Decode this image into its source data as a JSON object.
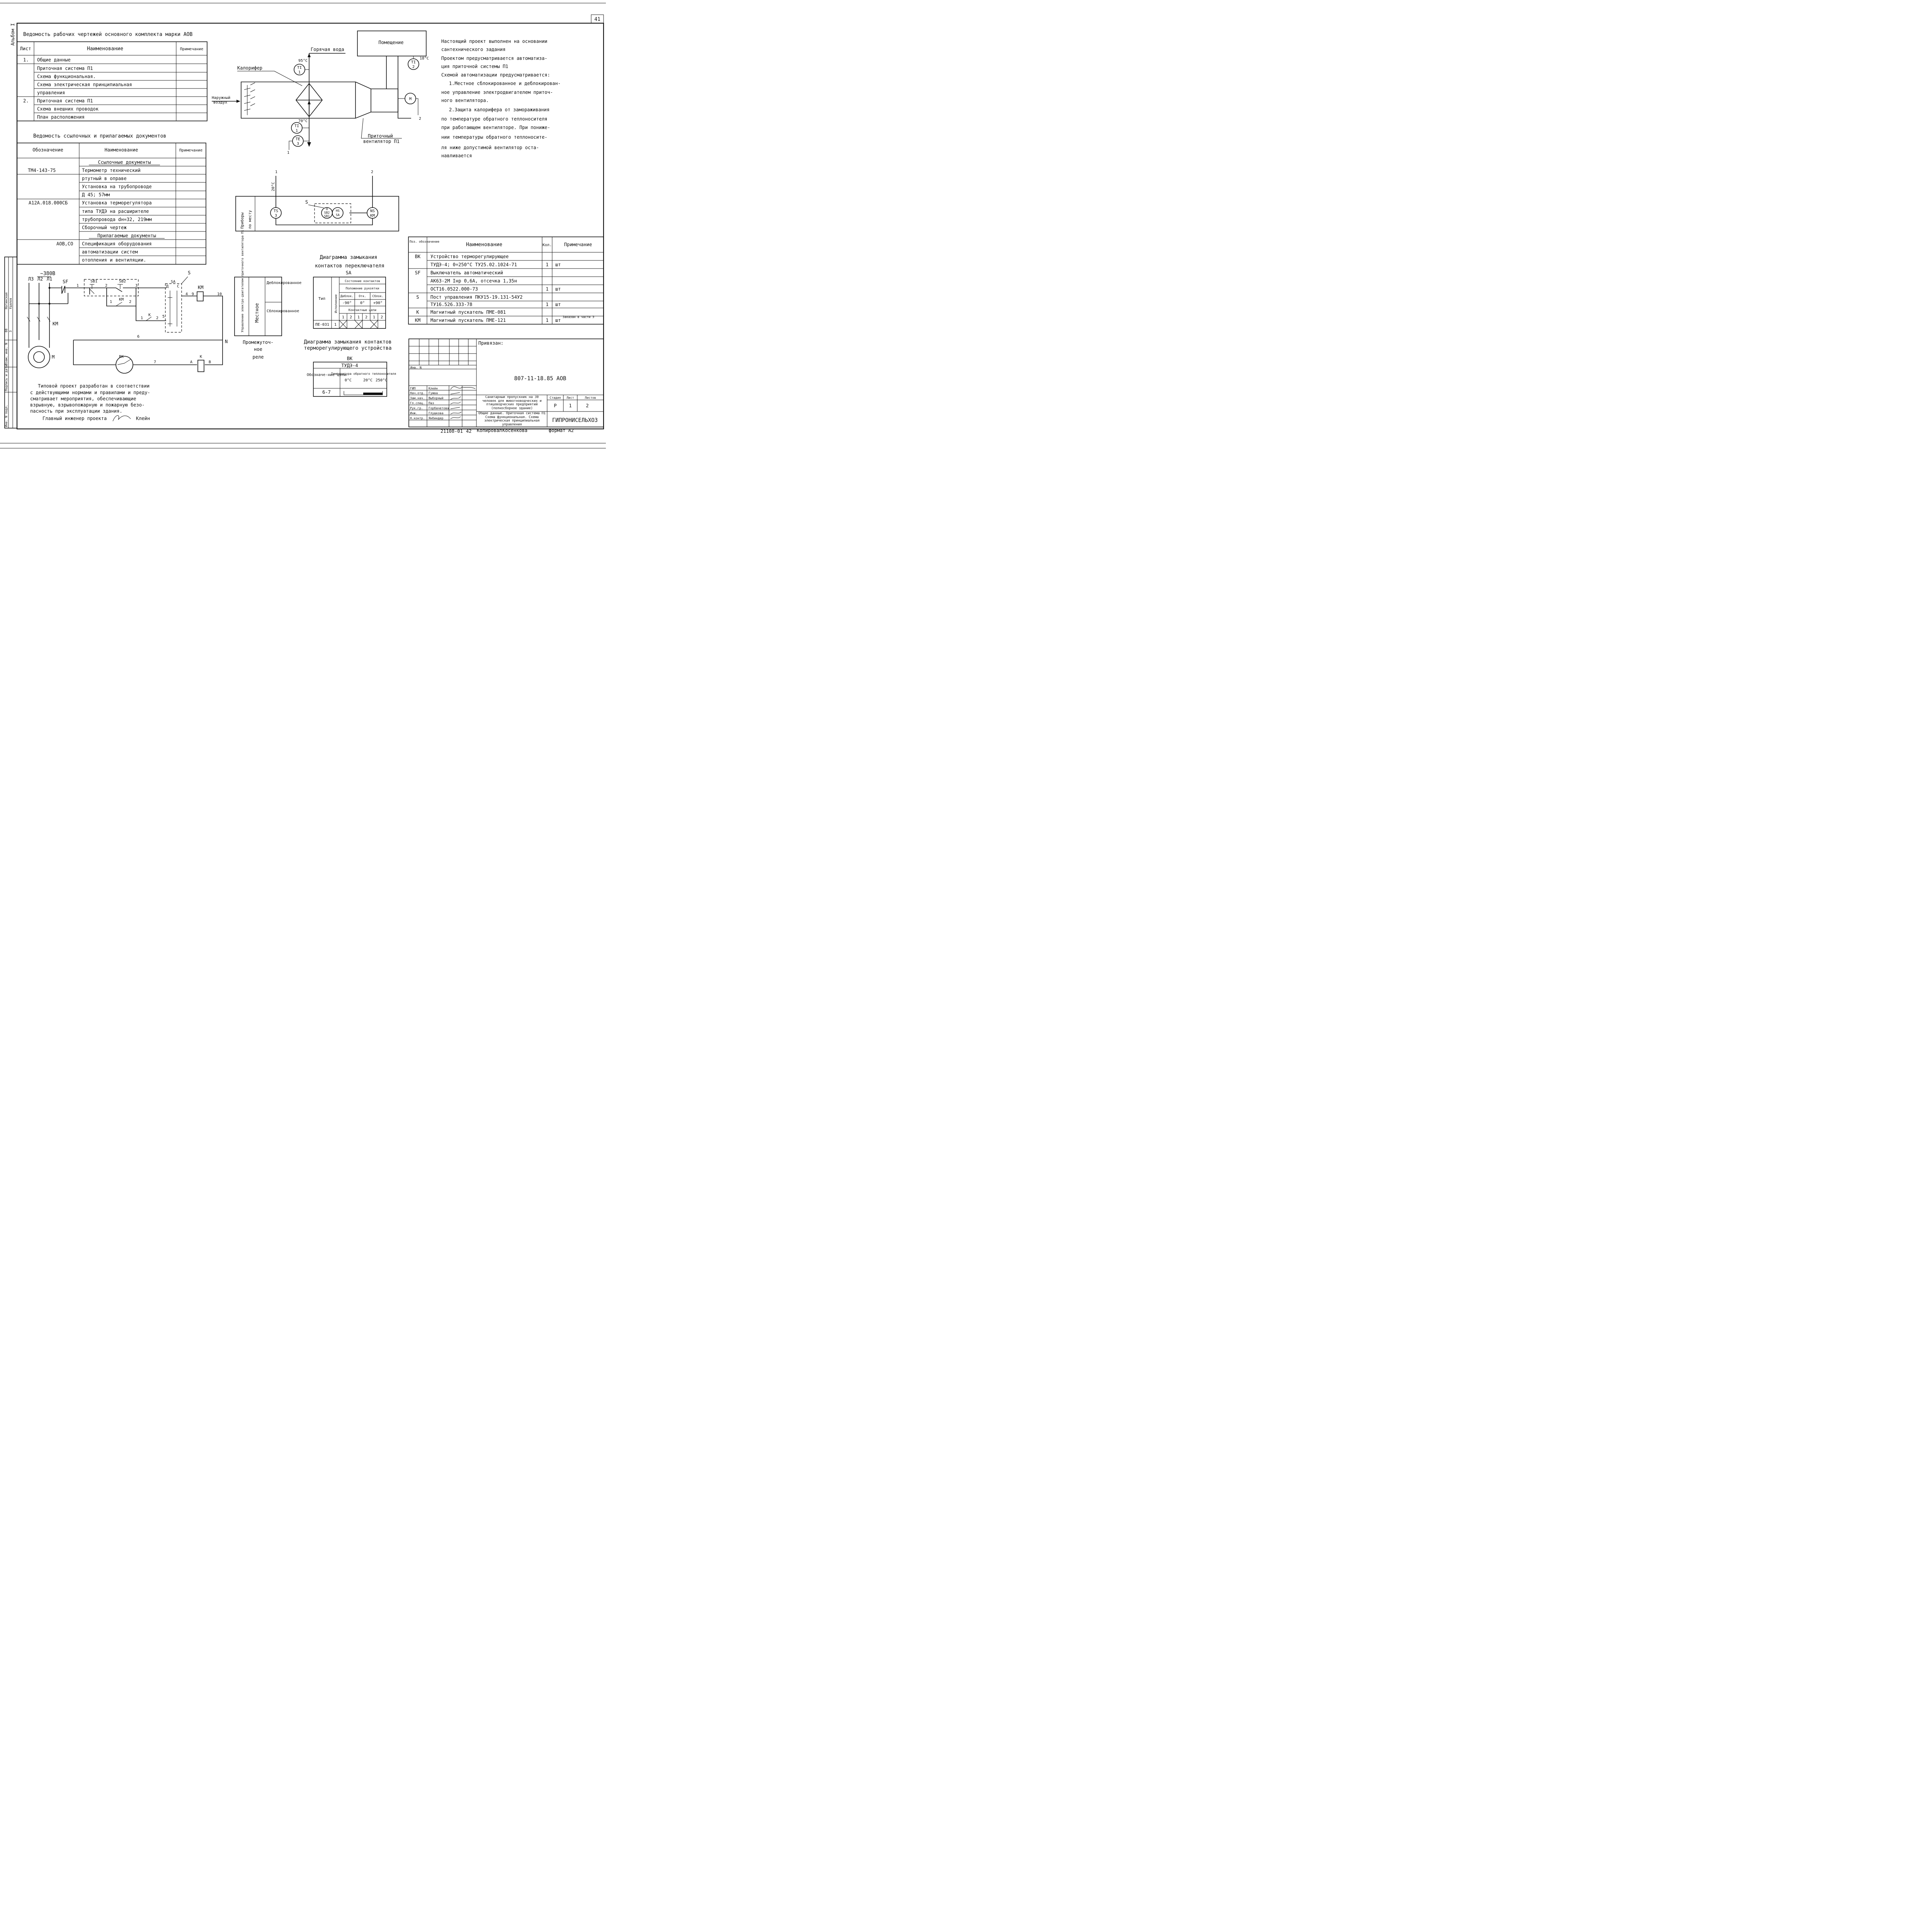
{
  "sheet": {
    "page_number": "41",
    "album": "Альбом I"
  },
  "drawings_list": {
    "title": "Ведомость рабочих чертежей основного комплекта марки АОВ",
    "headers": [
      "Лист",
      "Наименование",
      "Примечание"
    ],
    "rows": [
      {
        "sheet": "1.",
        "name": "Общие данные"
      },
      {
        "sheet": "",
        "name": "Приточная система П1"
      },
      {
        "sheet": "",
        "name": "Схема функциональная."
      },
      {
        "sheet": "",
        "name": "Схема электрическая принципиальная"
      },
      {
        "sheet": "",
        "name": "управления"
      },
      {
        "sheet": "2.",
        "name": "Приточная система П1"
      },
      {
        "sheet": "",
        "name": "Схема внешних проводок"
      },
      {
        "sheet": "",
        "name": "План расположения"
      }
    ]
  },
  "ref_docs": {
    "title": "Ведомость ссылочных и прилагаемых документов",
    "headers": [
      "Обозначение",
      "Наименование",
      "Примечание"
    ],
    "rows": [
      {
        "code": "",
        "name": "Ссылочные документы"
      },
      {
        "code": "ТМ4-143-75",
        "name": "Термометр технический"
      },
      {
        "code": "",
        "name": "ртутный в оправе"
      },
      {
        "code": "",
        "name": "Установка на трубопроводе"
      },
      {
        "code": "",
        "name": "Д 45; 57мм"
      },
      {
        "code": "А12А.018.000СБ",
        "name": "Установка терморегулятора"
      },
      {
        "code": "",
        "name": "типа ТУДЭ на расширителе"
      },
      {
        "code": "",
        "name": "трубопровода dн=32, 219мм"
      },
      {
        "code": "",
        "name": "Сборочный чертеж"
      },
      {
        "code": "",
        "name": "Прилагаемые документы"
      },
      {
        "code": "АОВ,СО",
        "name": "Спецификация оборудования"
      },
      {
        "code": "",
        "name": "автоматизации систем"
      },
      {
        "code": "",
        "name": "отопления и вентиляции."
      }
    ]
  },
  "functional": {
    "hot_water": "Горячая вода",
    "heater": "Калорифер",
    "outside_air_1": "Наружный",
    "outside_air_2": "воздух",
    "room": "Помещение",
    "fan_1": "Приточный",
    "fan_2": "вентилятор П1",
    "temp_95": "95°С",
    "temp_70": "70°С",
    "temp_18": "18°С",
    "ti": "TI",
    "te": "TE",
    "n1": "1",
    "n2": "2",
    "n3": "3",
    "m": "М"
  },
  "devices": {
    "panel_label_1": "Приборы",
    "panel_label_2": "по месту",
    "temp_20": "20°С",
    "line_1": "1",
    "line_2": "2",
    "s": "S",
    "ts": "TS",
    "ts_n": "3",
    "h": "Н",
    "sb2": "SB2",
    "sb1": "SB1",
    "hs": "HS",
    "sa": "SA",
    "ns": "NS",
    "km": "KM"
  },
  "notes": {
    "lines": [
      "Настоящий проект выполнен на основании",
      "сантехнического задания",
      "Проектом предусматривается автоматиза-",
      "ция приточной системы П1",
      "Схемой автоматизации предусматривается:",
      "1.Местное сблокированное и деблокирован-",
      "ное управление электродвигателем приточ-",
      "ного вентилятора.",
      "2.Защита калорифера от замораживания",
      "по температуре обратного теплоносителя",
      "при работающем вентиляторе. При пониже-",
      "нии температуры обратного теплоносите-",
      "ля ниже допустимой вентилятор оста-",
      "навливается"
    ]
  },
  "equipment": {
    "headers": [
      "Поз. обозначение",
      "Наименование",
      "Кол.",
      "Примечание"
    ],
    "rows": [
      {
        "pos": "ВК",
        "name": "Устройство терморегулирующее",
        "qty": "",
        "note": ""
      },
      {
        "pos": "",
        "name": "ТУДЭ-4; 0÷250°С ТУ25.02.1024-71",
        "qty": "1",
        "note": "шт"
      },
      {
        "pos": "SF",
        "name": "Выключатель автоматический",
        "qty": "",
        "note": ""
      },
      {
        "pos": "",
        "name": "АК63-2М Iнр 0,6А, отсечка 1,35н",
        "qty": "",
        "note": ""
      },
      {
        "pos": "",
        "name": "ОСТ16.0522.000-73",
        "qty": "1",
        "note": "шт"
      },
      {
        "pos": "S",
        "name": "Пост управления ПКУ15-19.131-54У2",
        "qty": "",
        "note": ""
      },
      {
        "pos": "",
        "name": "ТУ16.526.333-78",
        "qty": "1",
        "note": "шт"
      },
      {
        "pos": "К",
        "name": "Магнитный пускатель ПМЕ-081",
        "qty": "",
        "note": ""
      },
      {
        "pos": "КМ",
        "name": "Магнитный пускатель ПМЕ-121",
        "qty": "1",
        "note": "шт",
        "note2": "Заказан в части Э"
      }
    ]
  },
  "sa_diagram": {
    "title_1": "Диаграмма замыкания",
    "title_2": "контактов переключателя",
    "title_3": "SA",
    "type": "Тип",
    "execution": "Исполнение",
    "contact_state": "Состояние контактов",
    "handle_pos": "Положение рукоятки",
    "deblock": "Деблок.",
    "off": "Отк.",
    "block": "Сблок.",
    "angle_1": "-90°",
    "angle_2": "0°",
    "angle_3": "+90°",
    "contacts": "Контактные цепи",
    "nums": [
      "1",
      "2",
      "1",
      "2",
      "1",
      "2"
    ],
    "model": "ПЕ-031",
    "exec_val": "1"
  },
  "bk_diagram": {
    "title_1": "Диаграмма замыкания контактов",
    "title_2": "терморегулирующего устройства",
    "label": "ВК",
    "device": "ТУДЭ-4",
    "designation": "Обозначе-ние цепи",
    "temp_head": "Температура обратного теплоносителя",
    "t0": "0°С",
    "t20": "20°С",
    "t250": "250°С",
    "chain": "6-7"
  },
  "electrical": {
    "voltage": "~380В",
    "phases": [
      "Л3",
      "Л2",
      "Л1"
    ],
    "sf": "SF",
    "sb1": "SB1",
    "sb2": "SB2",
    "sa": "SA",
    "s": "S",
    "km": "КМ",
    "k": "К",
    "bk": "ВК",
    "m": "М",
    "n": "N",
    "d": "Д",
    "c": "С",
    "a": "А",
    "b": "В",
    "w1": "1",
    "w2": "2",
    "w3": "3",
    "w4": "4",
    "w5": "5",
    "w6": "6",
    "w7": "7",
    "w9": "9",
    "w10": "10",
    "c1": "1",
    "c2": "2"
  },
  "control_table": {
    "side": "Управление электро-двигателем приточного вентилятора П1",
    "local": "Местное",
    "mode_1": "Деблокированное",
    "mode_2": "Сблокированное",
    "relay_1": "Промежуточ-",
    "relay_2": "ное",
    "relay_3": "реле"
  },
  "statement": {
    "lines": [
      "Типовой проект разработан в соответствии",
      "с действующими нормами и правилами и преду-",
      "сматривает мероприятия, обеспечивающие",
      "взрывную, взрывопожарную и пожарную безо-",
      "пасность при эксплуатации здания."
    ],
    "engineer": "Главный инженер проекта",
    "engineer_name": "Клейн"
  },
  "left_strip": {
    "labels": [
      "Инв. N подл.",
      "Подпись и дата",
      "Взам. инв. N"
    ],
    "names": [
      "Ногинская",
      "Удалов"
    ],
    "codes": [
      "08",
      "3"
    ]
  },
  "title_block": {
    "bound": "Привязан:",
    "inv": "Инв. N",
    "doc_code": "807-11-18.85 АОВ",
    "roles": [
      "ГИП",
      "Нач.отд.",
      "Зам.нач.",
      "Гл.спец.",
      "Рук.гр.",
      "Инж.",
      "Н.контр."
    ],
    "names": [
      "Клейн",
      "Гужва",
      "Выборный",
      "Паз",
      "Горбачетова",
      "Глушкова",
      "Янбиндер"
    ],
    "project": "Санитарный пропускник на 30 человек для животноводческих и птицеводческих предприятий (полносборное здание)",
    "sheet_title": "Общие данные. Приточная система П1 Схема функциональная. Схема электрическая принципиальная управления",
    "stage_h": "Стадия",
    "sheet_h": "Лист",
    "sheets_h": "Листов",
    "stage": "Р",
    "sheet": "1",
    "sheets": "2",
    "org": "ГИПРОНИСЕЛЬХОЗ"
  },
  "footer": {
    "order": "21108-01",
    "num": "42",
    "copied": "Копировал",
    "copier": "Косенкова",
    "format": "формат А2"
  }
}
